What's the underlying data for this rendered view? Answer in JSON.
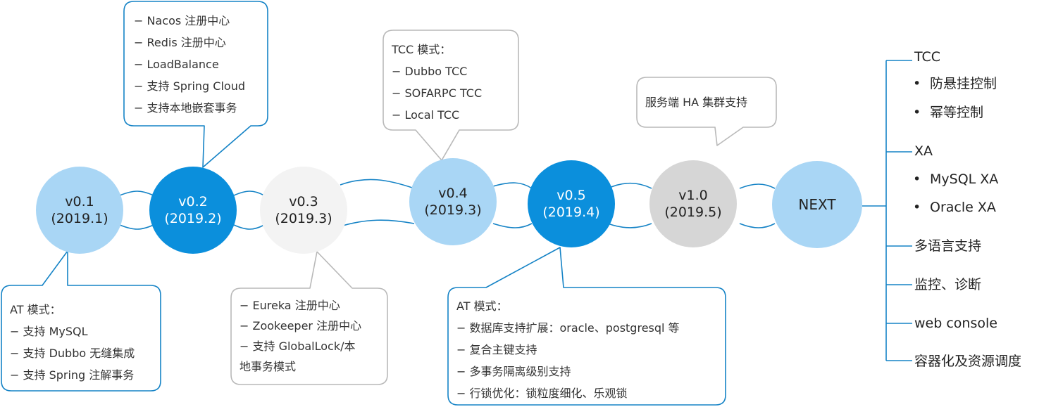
{
  "colors": {
    "light_blue": "#a9d6f5",
    "blue": "#0b8fdc",
    "light_gray": "#f3f3f3",
    "gray": "#d6d6d6",
    "line_blue": "#1583c6",
    "callout_gray_border": "#b9b9b9"
  },
  "versions": [
    {
      "version": "v0.1",
      "date": "(2019.1)"
    },
    {
      "version": "v0.2",
      "date": "(2019.2)"
    },
    {
      "version": "v0.3",
      "date": "(2019.3)"
    },
    {
      "version": "v0.4",
      "date": "(2019.3)"
    },
    {
      "version": "v0.5",
      "date": "(2019.4)"
    },
    {
      "version": "v1.0",
      "date": "(2019.5)"
    },
    {
      "version": "NEXT",
      "date": ""
    }
  ],
  "callouts": {
    "v01": [
      "AT 模式：",
      "− 支持 MySQL",
      "− 支持 Dubbo 无缝集成",
      "− 支持 Spring 注解事务"
    ],
    "v02": [
      "− Nacos 注册中心",
      "− Redis 注册中心",
      "− LoadBalance",
      "− 支持 Spring Cloud",
      "− 支持本地嵌套事务"
    ],
    "v03": [
      "− Eureka 注册中心",
      "− Zookeeper 注册中心",
      "− 支持 GlobalLock/本",
      "地事务模式"
    ],
    "v04": [
      "TCC 模式：",
      "− Dubbo TCC",
      "− SOFARPC TCC",
      "− Local TCC"
    ],
    "v05": [
      "AT 模式：",
      "− 数据库支持扩展：oracle、postgresql 等",
      "− 复合主键支持",
      "− 多事务隔离级别支持",
      "− 行锁优化：锁粒度细化、乐观锁"
    ],
    "v10": [
      "服务端 HA 集群支持"
    ]
  },
  "next": {
    "tcc": {
      "label": "TCC",
      "items": [
        "防悬挂控制",
        "幂等控制"
      ]
    },
    "xa": {
      "label": "XA",
      "items": [
        "MySQL XA",
        "Oracle XA"
      ]
    },
    "others": [
      "多语言支持",
      "监控、诊断",
      "web console",
      "容器化及资源调度"
    ],
    "bullet": "•"
  }
}
